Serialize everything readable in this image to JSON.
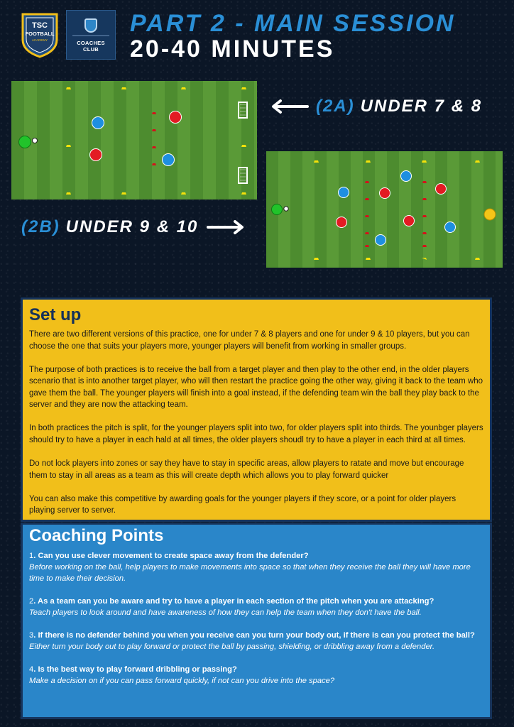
{
  "logos": {
    "tsc": {
      "line1": "TSC",
      "line2": "FOOTBALL",
      "line3": "ACADEMY"
    },
    "coaches_club": "COACHES CLUB"
  },
  "header": {
    "title_line1": "PART 2 - MAIN SESSION",
    "title_line2": "20-40 MINUTES"
  },
  "drills": {
    "a": {
      "code": "(2A)",
      "label": "UNDER 7 & 8",
      "arrow_direction": "left"
    },
    "b": {
      "code": "(2B)",
      "label": "UNDER 9 & 10",
      "arrow_direction": "right"
    }
  },
  "colors": {
    "blue_accent": "#2a8fd6",
    "setup_bg": "#f1bf1a",
    "coaching_bg": "#2a86c9",
    "border_navy": "#16345c",
    "player_red": "#e31b23",
    "player_blue": "#1e8fe0",
    "player_green": "#21c32a",
    "player_yellow": "#f5c518",
    "pitch_green": "#4f8f31"
  },
  "setup": {
    "heading": "Set up",
    "paragraphs": [
      "There are two different versions of this practice, one for under 7 & 8 players and one for under 9 & 10 players, but you can choose the one that suits your players more, younger players will benefit from working in smaller groups.",
      "The purpose of both practices is to receive the ball from a target player and then play to the other end, in the older players scenario that is into another target player, who will then restart the practice going the other way, giving it back to the team who gave them the ball. The younger players will finish into a goal instead, if the defending team win the ball they play back to the server and they are now the attacking team.",
      "In both practices the pitch is split, for the younger players split into two, for older players split into thirds. The younbger players should try to have a player in each hald at all times, the older players shoudl try to have a player in each third at all times.",
      "Do not lock players into zones or say they have to stay in specific areas, allow players to ratate and move but encourage them to stay in all areas as a team as this will create depth which allows you to play forward quicker",
      "You can also make this competitive by awarding goals for the younger players if they score, or a point for older players playing server to server."
    ]
  },
  "coaching_points": {
    "heading": "Coaching  Points",
    "items": [
      {
        "number": "1",
        "question": "Can you use clever movement to create space away from the defender?",
        "answer": "Before working on the ball, help players to make movements into space so that when they receive the ball they will have more time to make their decision."
      },
      {
        "number": "2",
        "question": "As a team can you be aware and try to have a player in each section of the pitch when you are attacking?",
        "answer": "Teach players to look around and have awareness of how they can help the team when they don't have the ball."
      },
      {
        "number": "3",
        "question": "If there is no defender behind you when you receive can you turn your body out, if there is can you protect the ball?",
        "answer": "Either turn your body out to play forward or protect the ball by passing, shielding, or dribbling away from a defender."
      },
      {
        "number": "4",
        "question": "Is the best way to play forward dribbling or passing?",
        "answer": "Make a decision on if you can pass forward quickly, if not can you drive into the space?"
      }
    ]
  }
}
